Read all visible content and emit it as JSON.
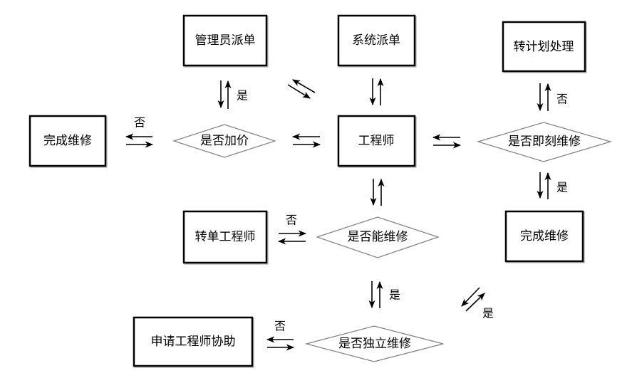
{
  "diagram": {
    "type": "flowchart",
    "nodes": {
      "admin_dispatch": {
        "label": "管理员派单",
        "shape": "box"
      },
      "system_dispatch": {
        "label": "系统派单",
        "shape": "box"
      },
      "plan_process": {
        "label": "转计划处理",
        "shape": "box"
      },
      "complete_left": {
        "label": "完成维修",
        "shape": "box"
      },
      "price_increase": {
        "label": "是否加价",
        "shape": "diamond"
      },
      "engineer": {
        "label": "工程师",
        "shape": "box"
      },
      "immediate_repair": {
        "label": "是否即刻维修",
        "shape": "diamond"
      },
      "transfer_engineer": {
        "label": "转单工程师",
        "shape": "box"
      },
      "can_repair": {
        "label": "是否能维修",
        "shape": "diamond"
      },
      "complete_right": {
        "label": "完成维修",
        "shape": "box"
      },
      "request_assist": {
        "label": "申请工程师协助",
        "shape": "box"
      },
      "independent_repair": {
        "label": "是否独立维修",
        "shape": "diamond"
      }
    },
    "edges": [
      {
        "id": "admin_to_price",
        "from": "admin_dispatch",
        "to": "price_increase",
        "bidirectional": true,
        "label": "是"
      },
      {
        "id": "admin_to_engineer",
        "from": "admin_dispatch",
        "to": "engineer",
        "bidirectional": true,
        "label": ""
      },
      {
        "id": "system_to_engineer",
        "from": "system_dispatch",
        "to": "engineer",
        "bidirectional": true,
        "label": ""
      },
      {
        "id": "plan_to_immediate",
        "from": "plan_process",
        "to": "immediate_repair",
        "bidirectional": true,
        "label": "否"
      },
      {
        "id": "complete_to_price",
        "from": "complete_left",
        "to": "price_increase",
        "bidirectional": true,
        "label": "否"
      },
      {
        "id": "price_to_engineer",
        "from": "price_increase",
        "to": "engineer",
        "bidirectional": true,
        "label": ""
      },
      {
        "id": "engineer_to_immediate",
        "from": "engineer",
        "to": "immediate_repair",
        "bidirectional": true,
        "label": ""
      },
      {
        "id": "immediate_to_complete",
        "from": "immediate_repair",
        "to": "complete_right",
        "bidirectional": true,
        "label": "是"
      },
      {
        "id": "engineer_to_can",
        "from": "engineer",
        "to": "can_repair",
        "bidirectional": true,
        "label": ""
      },
      {
        "id": "transfer_to_can",
        "from": "transfer_engineer",
        "to": "can_repair",
        "bidirectional": true,
        "label": "否"
      },
      {
        "id": "can_to_independent",
        "from": "can_repair",
        "to": "independent_repair",
        "bidirectional": true,
        "label": "是"
      },
      {
        "id": "independent_to_complete",
        "from": "independent_repair",
        "to": "complete_right",
        "bidirectional": true,
        "label": "是"
      },
      {
        "id": "assist_to_independent",
        "from": "request_assist",
        "to": "independent_repair",
        "bidirectional": true,
        "label": "否"
      }
    ]
  }
}
